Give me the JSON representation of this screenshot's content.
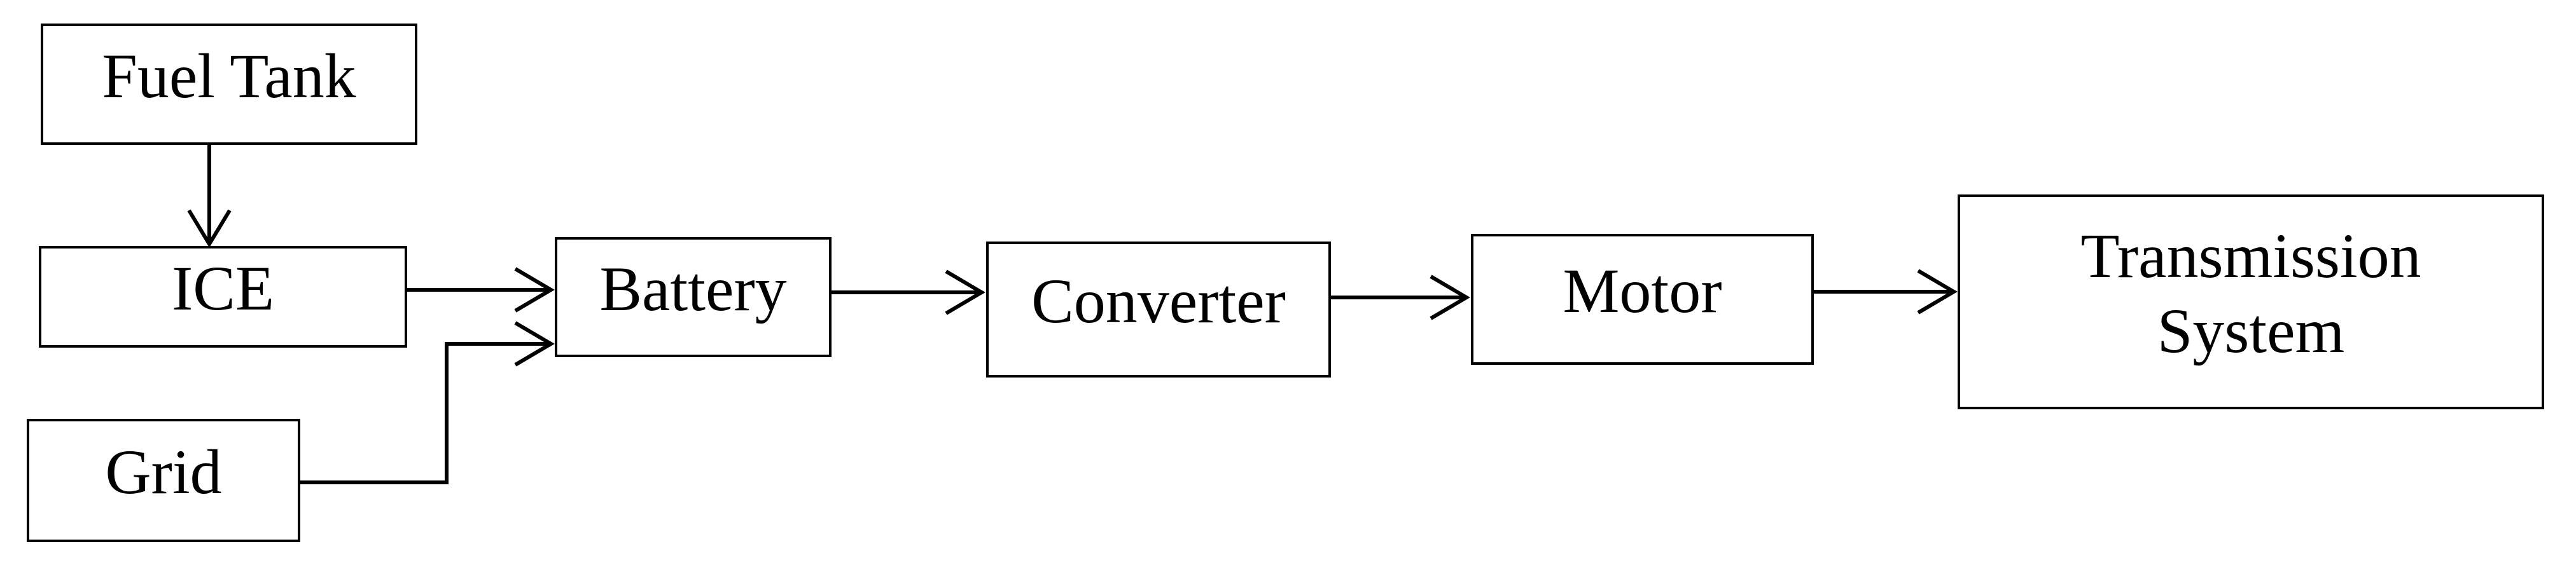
{
  "diagram": {
    "type": "block-diagram",
    "background": "#ffffff",
    "stroke_color": "#000000",
    "nodes": [
      {
        "id": "fuel-tank",
        "label": "Fuel Tank"
      },
      {
        "id": "ice",
        "label": "ICE"
      },
      {
        "id": "grid",
        "label": "Grid"
      },
      {
        "id": "battery",
        "label": "Battery"
      },
      {
        "id": "converter",
        "label": "Converter"
      },
      {
        "id": "motor",
        "label": "Motor"
      },
      {
        "id": "transmission",
        "label": "Transmission System"
      }
    ],
    "edges": [
      {
        "from": "Fuel Tank",
        "to": "ICE",
        "direction": "down"
      },
      {
        "from": "ICE",
        "to": "Battery",
        "direction": "right"
      },
      {
        "from": "Grid",
        "to": "Battery",
        "direction": "right"
      },
      {
        "from": "Battery",
        "to": "Converter",
        "direction": "right"
      },
      {
        "from": "Converter",
        "to": "Motor",
        "direction": "right"
      },
      {
        "from": "Motor",
        "to": "Transmission System",
        "direction": "right"
      }
    ]
  }
}
